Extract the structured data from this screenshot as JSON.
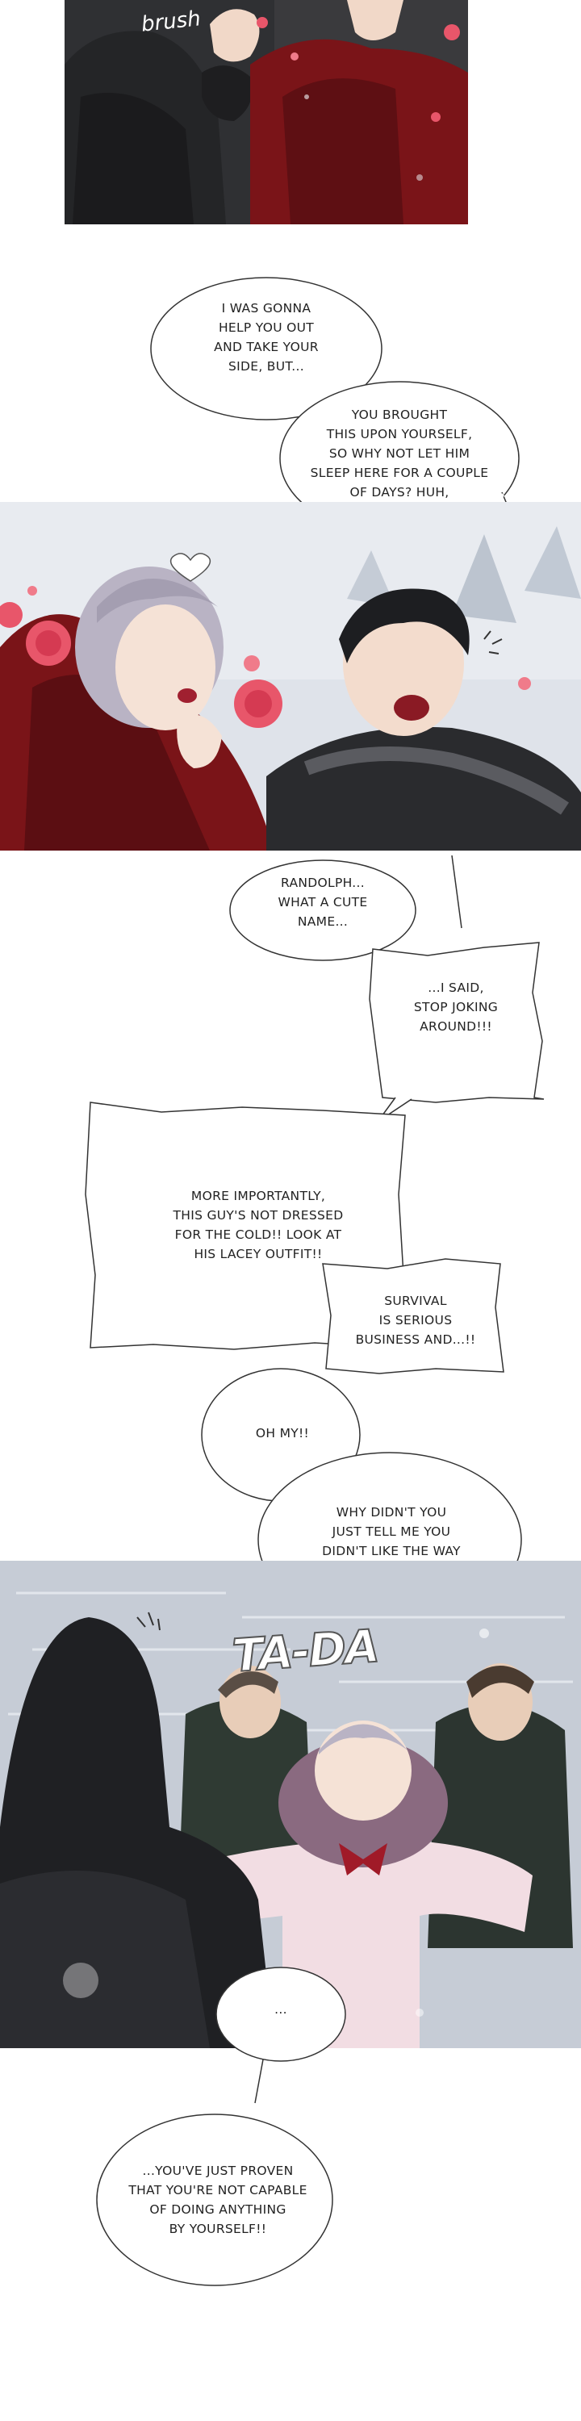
{
  "panels": {
    "p1": {
      "sfx_text": "brush"
    },
    "p3": {
      "sfx_text": "TA-DA"
    }
  },
  "dialogue": [
    {
      "id": "b1",
      "text": "I WAS GONNA\nHELP YOU OUT\nAND TAKE YOUR\nSIDE, BUT..."
    },
    {
      "id": "b2",
      "text": "YOU BROUGHT\nTHIS UPON YOURSELF,\nSO WHY NOT LET HIM\nSLEEP HERE FOR A COUPLE\nOF DAYS? HUH,\nRANDOLPH?"
    },
    {
      "id": "b3",
      "text": "RANDOLPH...\nWHAT A CUTE\nNAME..."
    },
    {
      "id": "b4",
      "text": "...I SAID,\nSTOP JOKING\nAROUND!!!"
    },
    {
      "id": "b5",
      "text": "MORE IMPORTANTLY,\nTHIS GUY'S NOT DRESSED\nFOR THE COLD!! LOOK AT\nHIS LACEY OUTFIT!!"
    },
    {
      "id": "b6",
      "text": "SURVIVAL\nIS SERIOUS\nBUSINESS AND...!!"
    },
    {
      "id": "b7",
      "text": "OH MY!!"
    },
    {
      "id": "b8",
      "text": "WHY DIDN'T YOU\nJUST TELL ME YOU\nDIDN'T LIKE THE WAY\nI DRESSED?!!"
    },
    {
      "id": "b9",
      "text": "..."
    },
    {
      "id": "b10",
      "text": "...YOU'VE JUST PROVEN\nTHAT YOU'RE NOT CAPABLE\nOF DOING ANYTHING\nBY YOURSELF!!"
    }
  ],
  "colors": {
    "ink": "#222222",
    "coat_red": "#7a1418",
    "hair_silver": "#b9b3c4",
    "rose": "#e8566a",
    "snow_sky": "#dfe3ea",
    "pink_coat": "#f2dde3"
  }
}
